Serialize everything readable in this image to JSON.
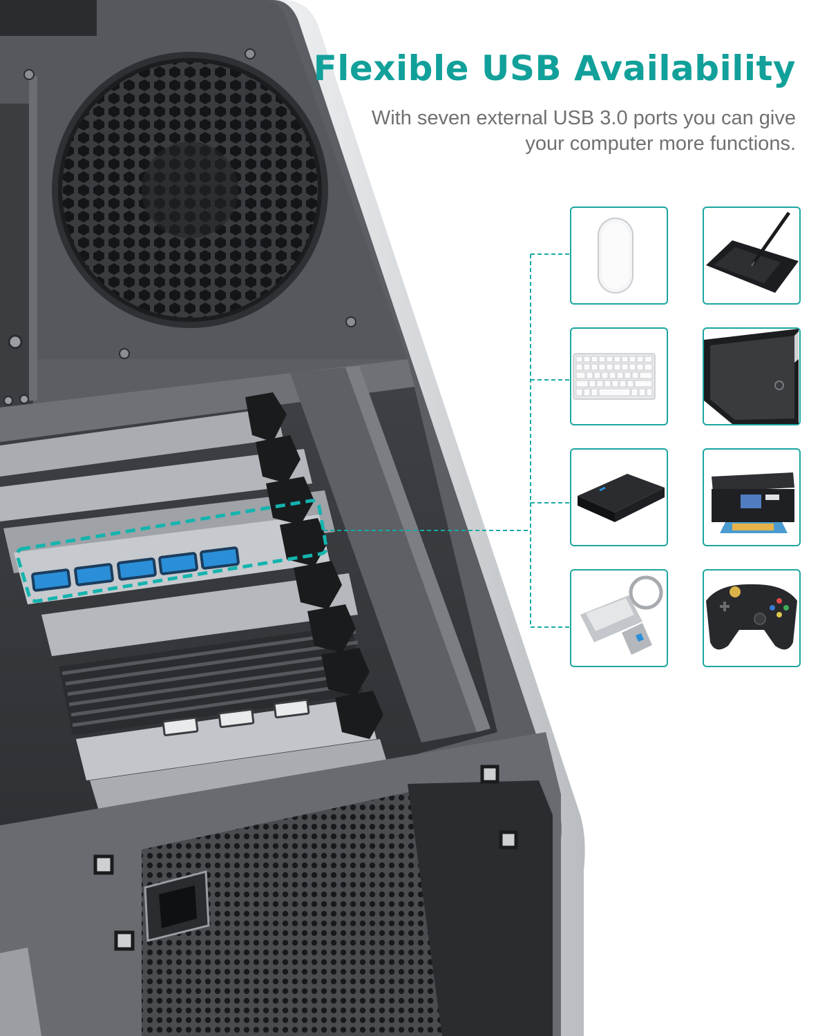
{
  "heading": {
    "title": "Flexible USB Availability",
    "subtitle": "With seven external USB 3.0 ports you can give your computer more functions."
  },
  "colors": {
    "accent": "#12a09a",
    "subtitle": "#707070",
    "case_silver": "#d4d6d9",
    "case_dark": "#4a4d52",
    "usb_blue": "#2a8fd8"
  },
  "devices": [
    {
      "icon": "mouse-icon"
    },
    {
      "icon": "drawing-tablet-icon"
    },
    {
      "icon": "keyboard-icon"
    },
    {
      "icon": "tablet-icon"
    },
    {
      "icon": "hard-drive-icon"
    },
    {
      "icon": "printer-icon"
    },
    {
      "icon": "usb-flash-drive-icon"
    },
    {
      "icon": "gamepad-icon"
    }
  ],
  "card_usb": {
    "blue_ports": 5,
    "front_ports": 3
  }
}
